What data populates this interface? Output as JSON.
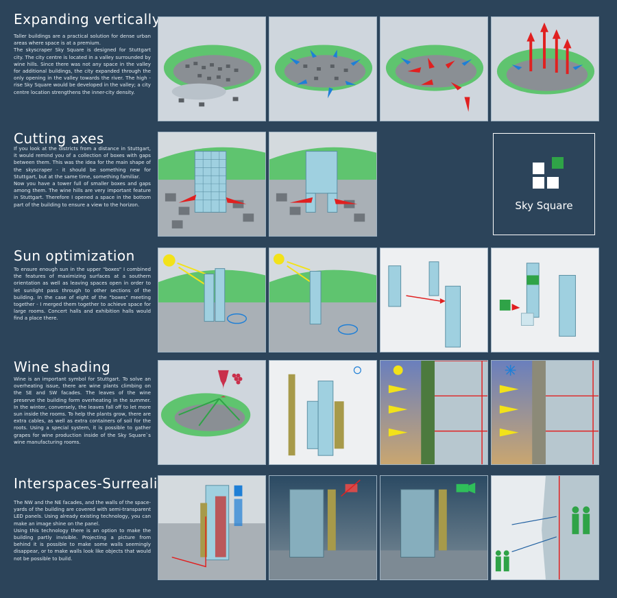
{
  "sections": [
    {
      "title": "Expanding vertically",
      "paragraphs": [
        "Taller buildings are a practical solution for dense urban areas where space is at a premium.",
        "The skyscraper Sky Square is designed for Stuttgart city. The city centre is located in a valley surrounded by wine hills. Since there was not any space in the valley for additional buildings, the city expanded through the only opening in the valley towards the river. The high - rise Sky Square would be developed in the valley; a city centre location strengthens the inner-city density."
      ]
    },
    {
      "title": "Cutting axes",
      "paragraphs": [
        "If you look at the districts from a distance in Stuttgart, it would remind you of a collection of boxes with gaps between them. This was the idea for the main shape of the skyscraper - it should be something new for Stuttgart, but at the same time, something familiar.",
        "Now you have a tower full of smaller boxes and gaps among them. The wine hills are very important feature in Stuttgart. Therefore I opened a space in the bottom part of the building to ensure a view to the horizon."
      ]
    },
    {
      "title": "Sun optimization",
      "paragraphs": [
        "To ensure enough sun in the upper \"boxes\" I combined the features of maximizing surfaces at a southern orientation as well as leaving spaces open in order to let sunlight pass through to other sections of the building. In the case of eight of the \"boxes\" meeting together - I merged them together to achieve space for large rooms. Concert halls and exhibition halls would find a place there."
      ]
    },
    {
      "title": "Wine shading",
      "paragraphs": [
        "Wine is an important symbol for Stuttgart. To solve an overheating issue, there are wine plants climbing on the SE and SW facades. The leaves of the wine preserve the building form overheating in the summer. In the winter, conversely, the leaves fall off to let more sun inside the rooms. To help the plants grow, there are extra cables, as well as extra containers of soil for the roots. Using a special system, it is possible to gather grapes for wine production inside of the Sky Square`s wine manufacturing rooms."
      ]
    },
    {
      "title": "Interspaces-Surreality",
      "paragraphs": [
        "The NW and the NE facades, and the walls of the space-yards of the building are covered with semi-transparent LED panels. Using already existing technology, you can make an image shine on the panel.",
        "Using this technology there is an option to make the building partly invisible. Projecting a picture from behind it is possible to make some walls seemingly disappear, or to make walls look like objects that would not be possible to build."
      ]
    }
  ],
  "logo": {
    "name": "Sky Square"
  },
  "colors": {
    "background": "#2c445a",
    "logo_green": "#2fa347",
    "arrow_red": "#e02020",
    "arrow_blue": "#1f7fd6",
    "hill_green": "#58c66a",
    "sun_yellow": "#f2e21a"
  },
  "image_subjects": [
    [
      "valley-model",
      "valley-blue-arrows",
      "valley-red-arrows",
      "valley-vertical-arrows"
    ],
    [
      "tower-axes",
      "tower-cut-axes"
    ],
    [
      "sun-tower-1",
      "sun-tower-2",
      "boxes-split",
      "boxes-merged"
    ],
    [
      "grape-icon",
      "wine-plants-tower",
      "sun-facade-section",
      "snowflake-facade-section"
    ],
    [
      "projector-tower",
      "projector-off",
      "projector-on",
      "people-facade"
    ]
  ]
}
